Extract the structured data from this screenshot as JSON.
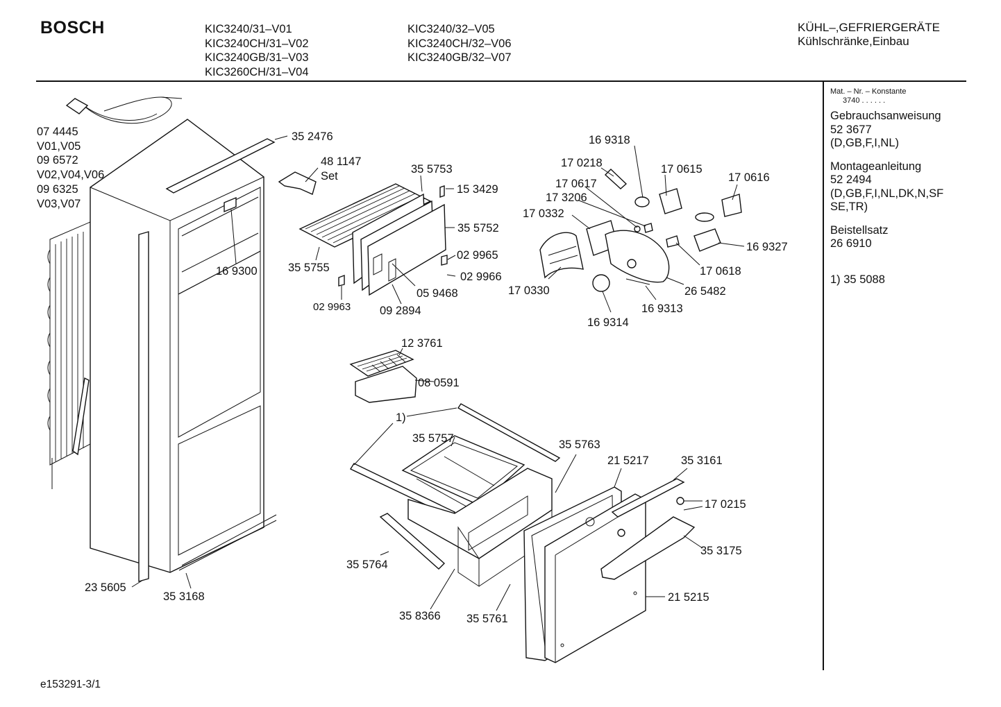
{
  "header": {
    "brand": "BOSCH",
    "models_col1": [
      "KIC3240/31–V01",
      "KIC3240CH/31–V02",
      "KIC3240GB/31–V03",
      "KIC3260CH/31–V04"
    ],
    "models_col2": [
      "KIC3240/32–V05",
      "KIC3240CH/32–V06",
      "KIC3240GB/32–V07"
    ],
    "category_line1": "KÜHL–,GEFRIERGERÄTE",
    "category_line2": "Kühlschränke,Einbau"
  },
  "sidebar": {
    "mat_title": "Mat. – Nr. – Konstante",
    "mat_value": "3740 . . . . . .",
    "manual_title": "Gebrauchsanweisung",
    "manual_number": "52 3677",
    "manual_langs": "(D,GB,F,I,NL)",
    "mount_title": "Montageanleitung",
    "mount_number": "52 2494",
    "mount_langs_1": "(D,GB,F,I,NL,DK,N,SF",
    "mount_langs_2": "SE,TR)",
    "kit_title": "Beistellsatz",
    "kit_number": "26 6910",
    "footnote": "1) 35 5088"
  },
  "callouts": {
    "p074445": "07 4445",
    "v01v05": "V01,V05",
    "p096572": "09 6572",
    "v02v04v06": "V02,V04,V06",
    "p096325": "09 6325",
    "v03v07": "V03,V07",
    "p352476": "35 2476",
    "p481147": "48 1147",
    "set": "Set",
    "p355753": "35 5753",
    "p153429": "15 3429",
    "p355752": "35 5752",
    "p029965": "02 9965",
    "p029966": "02 9966",
    "p355755": "35 5755",
    "p169300": "16 9300",
    "p029963": "02 9963",
    "p059468": "05 9468",
    "p092894": "09 2894",
    "p169318": "16 9318",
    "p170218": "17 0218",
    "p170615": "17 0615",
    "p170616": "17 0616",
    "p170617": "17 0617",
    "p173206": "17 3206",
    "p170332": "17 0332",
    "p169327": "16 9327",
    "p170618": "17 0618",
    "p265482": "26 5482",
    "p170330": "17 0330",
    "p169313": "16 9313",
    "p169314": "16 9314",
    "p123761": "12 3761",
    "p080591": "08 0591",
    "fn1": "1)",
    "p355757": "35 5757",
    "p355763": "35 5763",
    "p215217": "21 5217",
    "p353161": "35 3161",
    "p170215": "17 0215",
    "p353175": "35 3175",
    "p355764": "35 5764",
    "p215215": "21 5215",
    "p358366": "35 8366",
    "p355761": "35 5761",
    "p235605": "23 5605",
    "p353168": "35 3168"
  },
  "footer": {
    "drawing_id": "e153291-3/1"
  }
}
